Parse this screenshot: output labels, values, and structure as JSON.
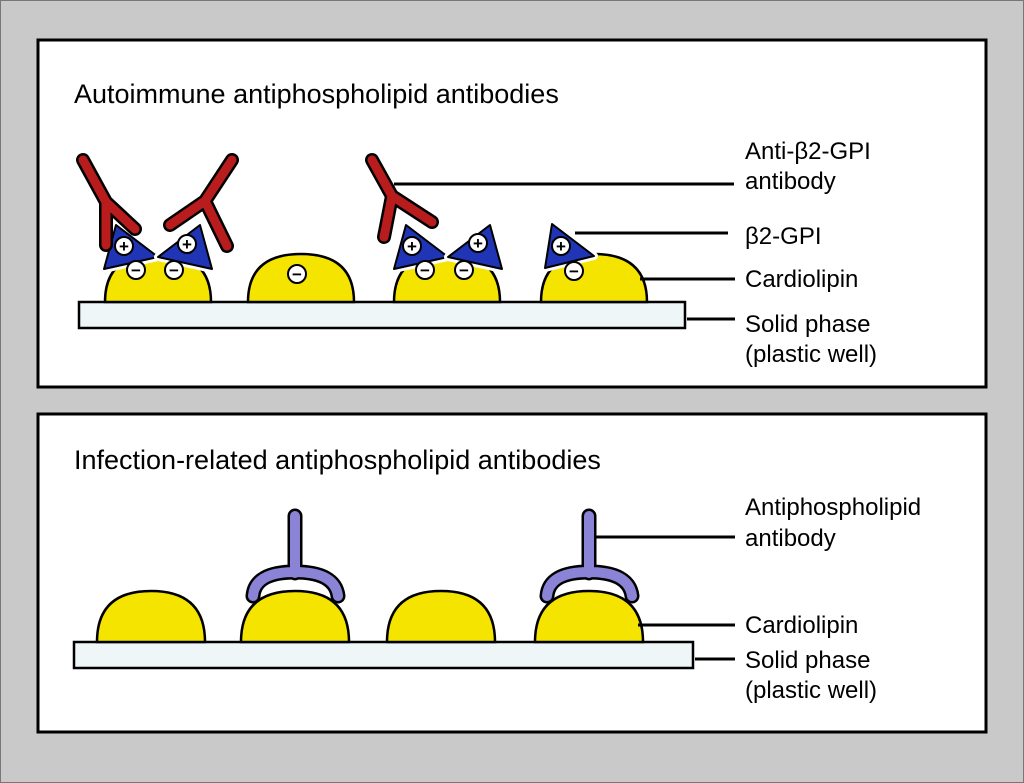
{
  "panels": [
    {
      "title": "Autoimmune antiphospholipid antibodies",
      "labels": {
        "antibody_line1": "Anti-β2-GPI",
        "antibody_line2": "antibody",
        "protein": "β2-GPI",
        "lipid": "Cardiolipin",
        "phase_line1": "Solid phase",
        "phase_line2": "(plastic well)"
      }
    },
    {
      "title": "Infection-related antiphospholipid antibodies",
      "labels": {
        "antibody_line1": "Antiphospholipid",
        "antibody_line2": "antibody",
        "lipid": "Cardiolipin",
        "phase_line1": "Solid phase",
        "phase_line2": "(plastic well)"
      }
    }
  ],
  "charges": {
    "positive": "+",
    "negative": "−"
  },
  "colors": {
    "background": "#c9c9c9",
    "panel": "#ffffff",
    "cardiolipin": "#f4e400",
    "solid_phase": "#eef6f8",
    "autoimmune_antibody": "#b81c1c",
    "beta2_gpi": "#1f35b5",
    "infection_antibody": "#8a83d6"
  }
}
